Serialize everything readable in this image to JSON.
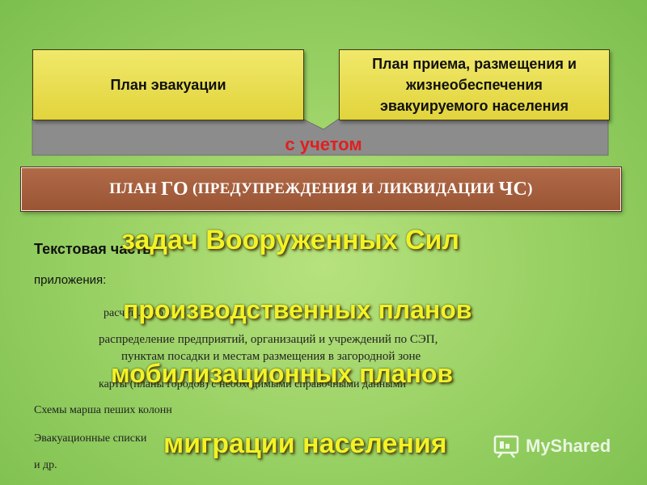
{
  "top_boxes": {
    "left_label": "План эвакуации",
    "right_lines": [
      "План приема, размещения и",
      "жизнеобеспечения",
      "эвакуируемого населения"
    ]
  },
  "connector_label": "с учетом",
  "main_plan": {
    "pre": "ПЛАН",
    "abbr1": "ГО",
    "mid": "(ПРЕДУПРЕЖДЕНИЯ И ЛИКВИДАЦИИ",
    "abbr2": "ЧС",
    "post": ")"
  },
  "document": {
    "text_part": "Текстовая часть",
    "appendices": "приложения:",
    "line_partial": "расчет … по … с …",
    "distribution_line1": "распределение предприятий, организаций и учреждений по СЭП,",
    "distribution_line2": "пунктам посадки и местам размещения в загородной зоне",
    "maps": "карты (планы городов) с необходимыми справочными данными",
    "march_schemes": "Схемы марша пеших колонн",
    "evac_lists": "Эвакуационные списки",
    "etc": "и др."
  },
  "overlay_phrases": [
    "задач Вооруженных Сил",
    "производственных планов",
    "мобилизационных планов",
    "миграции населения"
  ],
  "watermark": {
    "text": "MyShared"
  },
  "colors": {
    "background": "#9bd266",
    "box_yellow": "#e2d43c",
    "funnel_gray": "#8a8a8a",
    "red_text": "#e02020",
    "plan_brown": "#9a5535",
    "overlay_yellow": "#f2f227"
  }
}
